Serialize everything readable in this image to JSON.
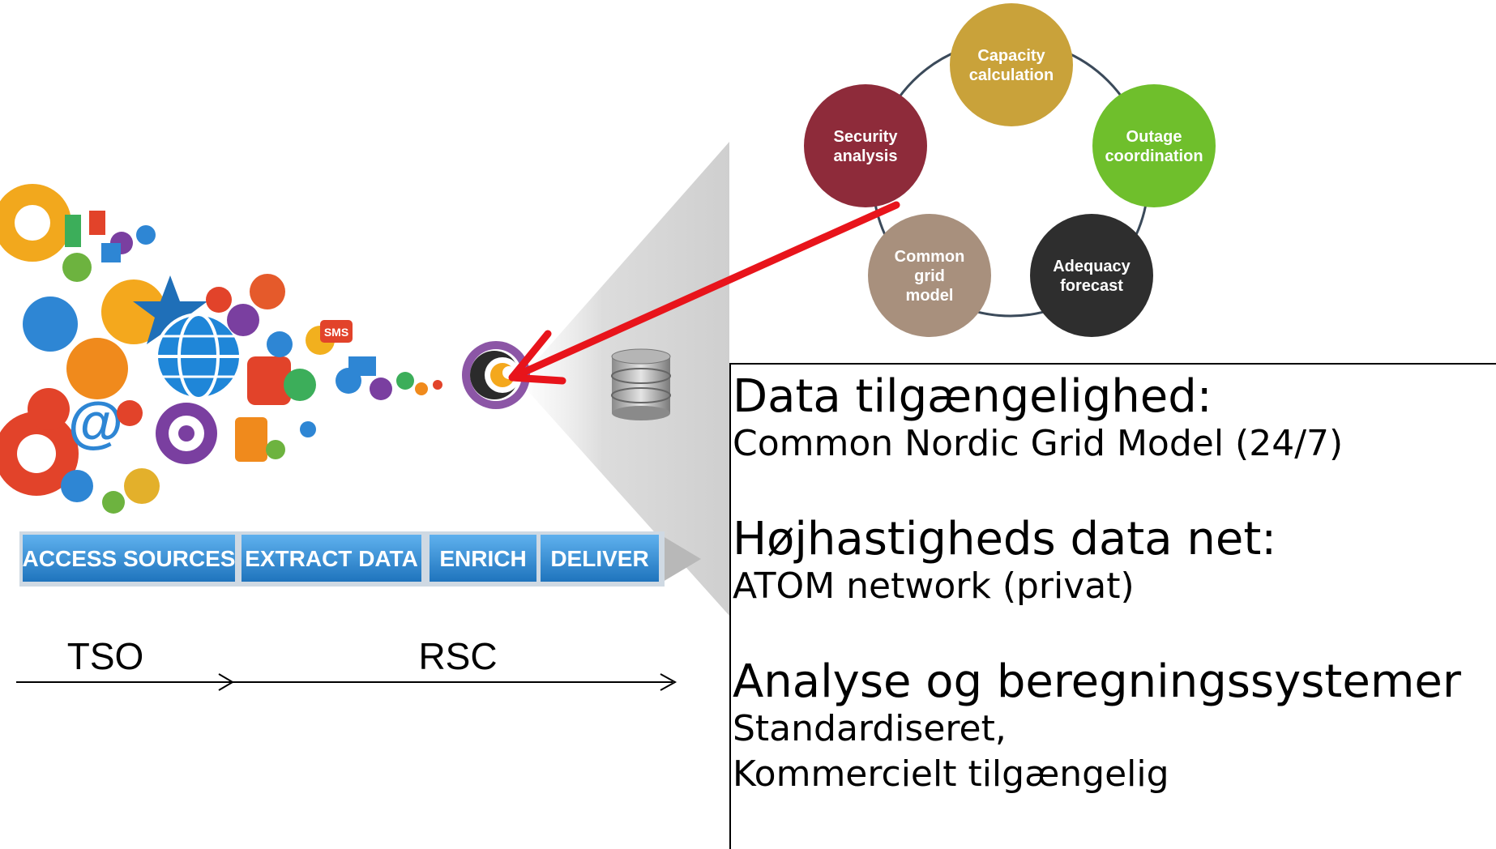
{
  "cycle": {
    "nodes": [
      {
        "line1": "Capacity",
        "line2": "calculation",
        "line3": "",
        "color": "#c9a23a"
      },
      {
        "line1": "Outage",
        "line2": "coordination",
        "line3": "",
        "color": "#6fbf2c"
      },
      {
        "line1": "Adequacy",
        "line2": "forecast",
        "line3": "",
        "color": "#2e2e2e"
      },
      {
        "line1": "Common",
        "line2": "grid",
        "line3": "model",
        "color": "#a8907d"
      },
      {
        "line1": "Security",
        "line2": "analysis",
        "line3": "",
        "color": "#8e2b3a"
      }
    ]
  },
  "pipeline": {
    "steps": [
      "ACCESS SOURCES",
      "EXTRACT DATA",
      "ENRICH",
      "DELIVER"
    ],
    "color": "#2f8fd6"
  },
  "flow": {
    "left": "TSO",
    "right": "RSC"
  },
  "pointer_color": "#e8141b",
  "info": {
    "s1_title": "Data tilgængelighed:",
    "s1_line1": "Common Nordic Grid Model (24/7)",
    "s2_title": "Højhastigheds data net:",
    "s2_line1": "ATOM network (privat)",
    "s3_title": "Analyse og beregningssystemer",
    "s3_line1": "Standardiseret,",
    "s3_line2": "Kommercielt tilgængelig"
  }
}
